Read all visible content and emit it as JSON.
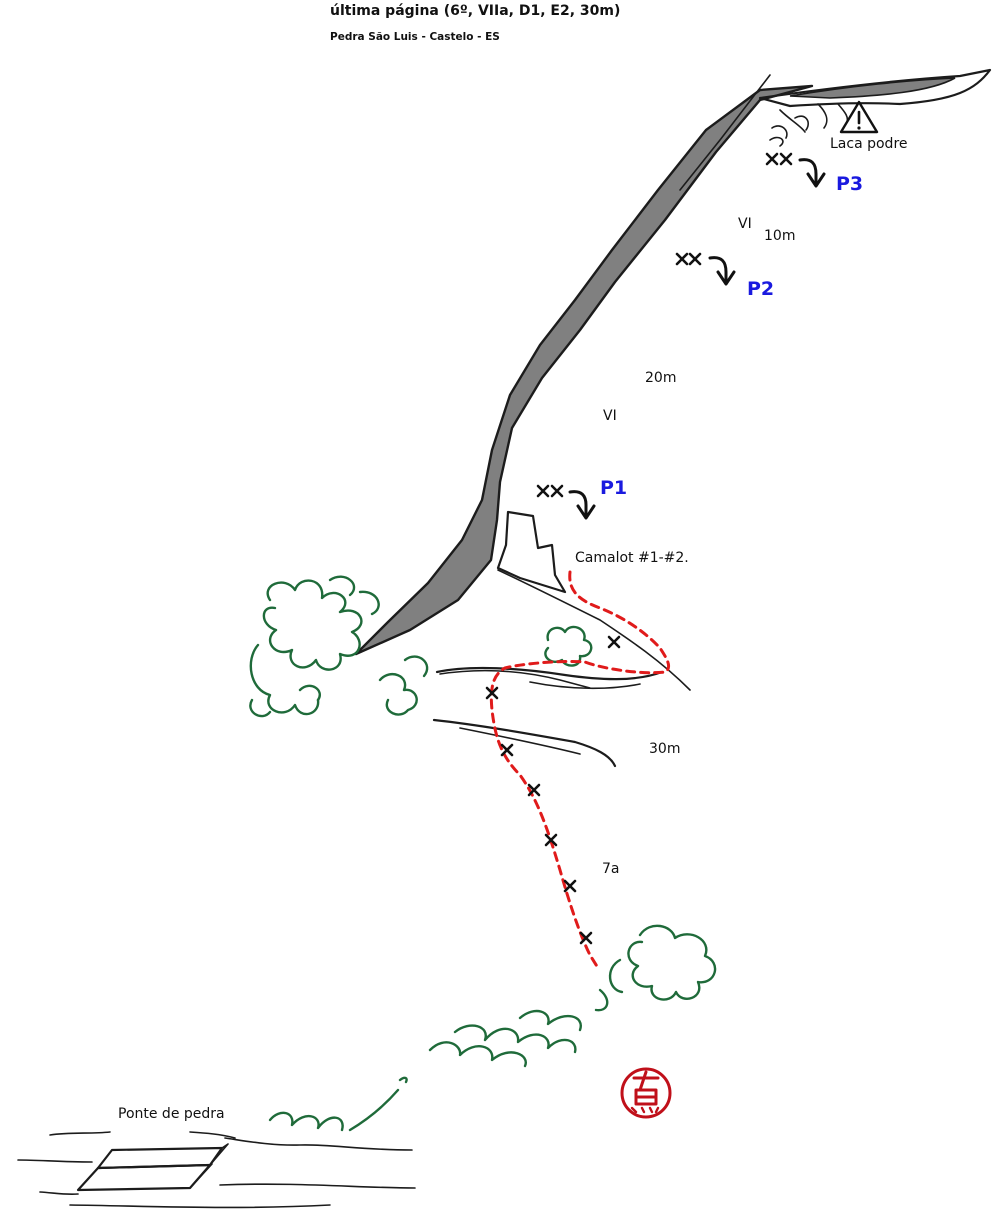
{
  "header": {
    "title": "última página (6º, VIIa, D1, E2, 30m)",
    "subtitle": "Pedra São Luis - Castelo - ES"
  },
  "labels": {
    "laca_podre": "Laca podre",
    "grade_vi_top": "VI",
    "length_10m": "10m",
    "length_20m": "20m",
    "grade_vi_mid": "VI",
    "camalot": "Camalot #1-#2.",
    "length_30m": "30m",
    "grade_7a": "7a",
    "ponte_de_pedra": "Ponte de pedra"
  },
  "belays": [
    "P1",
    "P2",
    "P3"
  ],
  "icons": {
    "warning": "warning-triangle-icon",
    "stamp": "seal-stamp-icon",
    "lower_arrow": "curved-down-arrow-icon"
  },
  "colors": {
    "belay_label": "#1a1adf",
    "route": "#e01b1b",
    "vegetation": "#1f6b3a",
    "rock_fill": "#808080",
    "stamp": "#c0101a"
  }
}
